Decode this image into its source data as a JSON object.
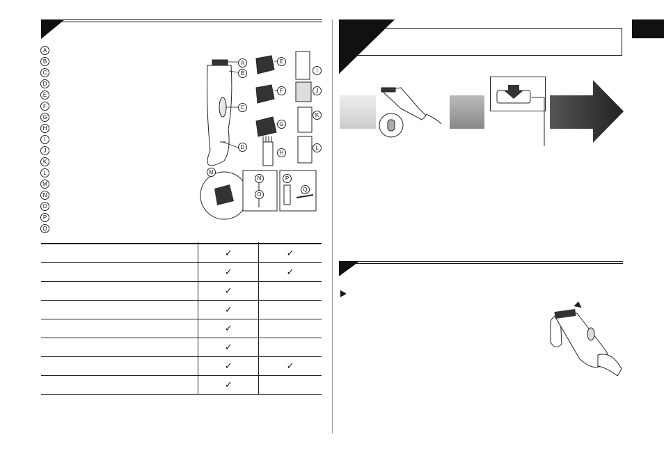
{
  "parts_list": {
    "letters": [
      "A",
      "B",
      "C",
      "D",
      "E",
      "F",
      "G",
      "H",
      "I",
      "J",
      "K",
      "L",
      "M",
      "N",
      "O",
      "P",
      "Q"
    ]
  },
  "figure_callouts": [
    "A",
    "B",
    "C",
    "D",
    "E",
    "F",
    "G",
    "H",
    "I",
    "J",
    "K",
    "L",
    "M",
    "N",
    "O",
    "P",
    "Q"
  ],
  "comparison_table": {
    "rows": [
      {
        "col1": "✓",
        "col2": "✓"
      },
      {
        "col1": "✓",
        "col2": "✓"
      },
      {
        "col1": "✓",
        "col2": ""
      },
      {
        "col1": "✓",
        "col2": ""
      },
      {
        "col1": "✓",
        "col2": ""
      },
      {
        "col1": "✓",
        "col2": ""
      },
      {
        "col1": "✓",
        "col2": "✓"
      },
      {
        "col1": "✓",
        "col2": ""
      }
    ]
  },
  "colors": {
    "accent": "#111111",
    "gray_light": "#dddddd",
    "gray_mid": "#9a9a9a",
    "arrow_dark": "#444444"
  },
  "icons": [
    "clipper-icon",
    "charger-stand-icon",
    "attachment-comb-icon",
    "cleaning-brush-icon",
    "oil-bottle-icon",
    "down-arrow-icon",
    "right-arrow-icon",
    "hand-clipper-icon"
  ]
}
